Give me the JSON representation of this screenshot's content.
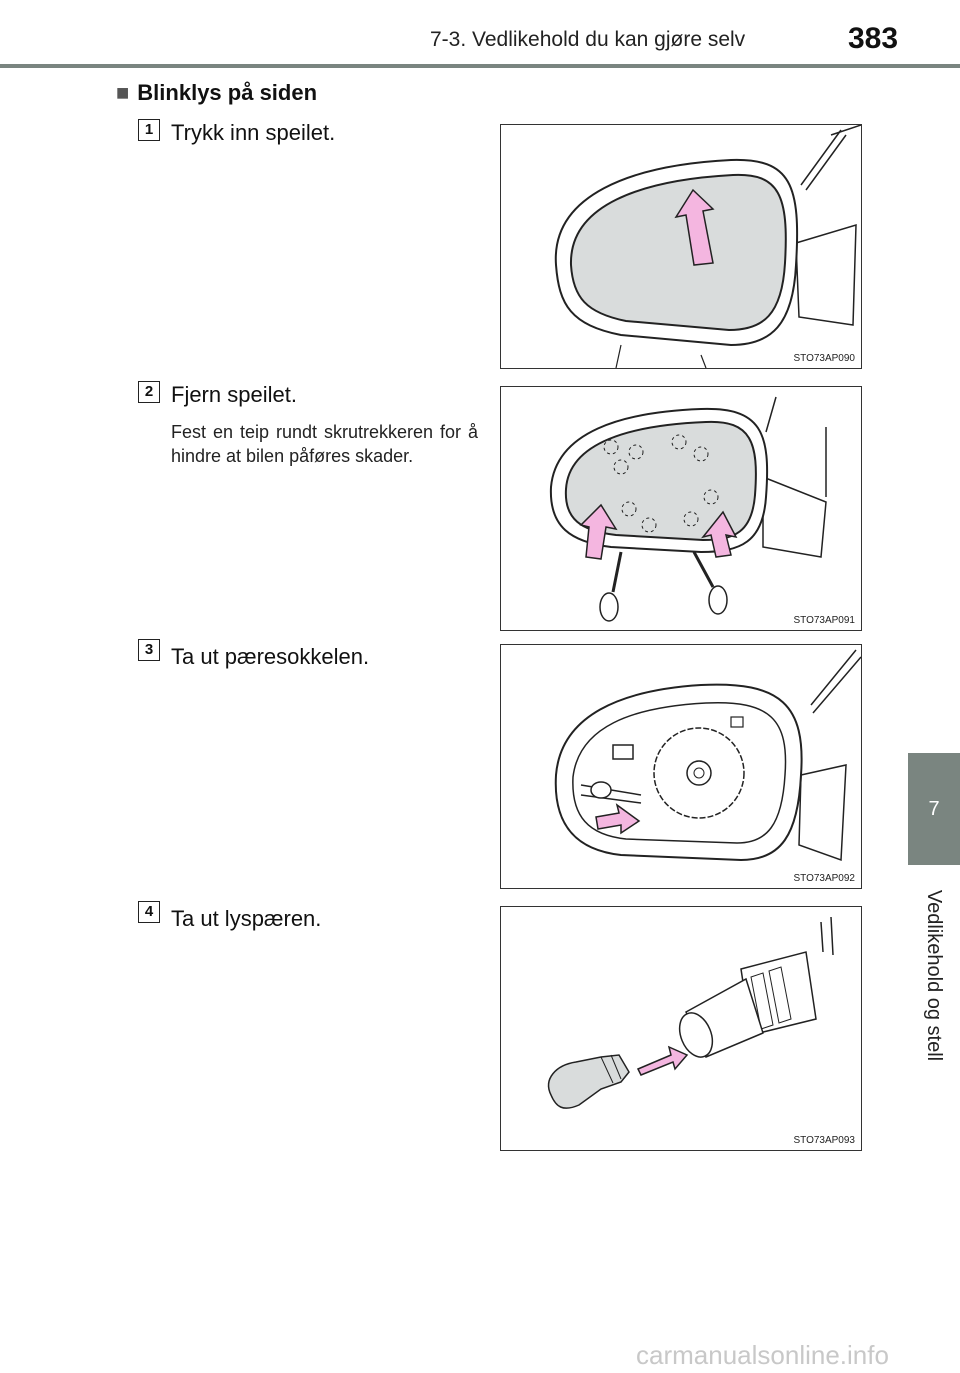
{
  "header": {
    "title": "7-3. Vedlikehold du kan gjøre selv",
    "page_number": "383"
  },
  "side_tab": {
    "number": "7",
    "label": "Vedlikehold og stell"
  },
  "section": {
    "marker": "■",
    "title": "Blinklys på siden"
  },
  "steps": [
    {
      "number": "1",
      "text": "Trykk inn speilet.",
      "figure_code": "STO73AP090"
    },
    {
      "number": "2",
      "text": "Fjern speilet.",
      "note": "Fest en teip rundt skrutrekkeren for å hindre at bilen påføres skader.",
      "figure_code": "STO73AP091"
    },
    {
      "number": "3",
      "text": "Ta ut pæresokkelen.",
      "figure_code": "STO73AP092"
    },
    {
      "number": "4",
      "text": "Ta ut lyspæren.",
      "figure_code": "STO73AP093"
    }
  ],
  "watermark": "carmanualsonline.info",
  "colors": {
    "tab": "#7a8580",
    "arrow": "#f4b6e0",
    "mirror_glass": "#d9dcdc"
  }
}
